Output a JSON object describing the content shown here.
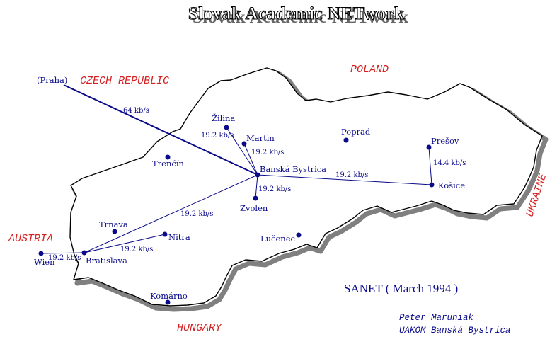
{
  "title": "Slovak Academic NETwork",
  "countries": {
    "czech": "CZECH REPUBLIC",
    "poland": "POLAND",
    "ukraine": "UKRAINE",
    "austria": "AUSTRIA",
    "hungary": "HUNGARY"
  },
  "cities": {
    "praha": "(Praha)",
    "zilina": "Žilina",
    "martin": "Martin",
    "poprad": "Poprad",
    "presov": "Prešov",
    "trencin": "Trenčín",
    "banska_bystrica": "Banská Bystrica",
    "kosice": "Košice",
    "zvolen": "Zvolen",
    "trnava": "Trnava",
    "nitra": "Nitra",
    "lucenec": "Lučenec",
    "wien": "Wien",
    "bratislava": "Bratislava",
    "komarno": "Komárno"
  },
  "links": {
    "praha_bb": "64 kb/s",
    "zilina_bb": "19.2 kb/s",
    "martin_bb": "19.2 kb/s",
    "bb_kosice": "19.2 kb/s",
    "presov_kosice": "14.4 kb/s",
    "bb_zvolen": "19.2 kb/s",
    "ba_bb": "19.2 kb/s",
    "ba_nitra": "19.2 kb/s",
    "wien_ba": "19.2 kb/s"
  },
  "caption": "SANET ( March 1994 )",
  "author": {
    "name": "Peter Maruniak",
    "org": "UAKOM Banská Bystrica"
  },
  "colors": {
    "network": "#0a0a8a",
    "country_labels": "#d42020",
    "border": "#000000",
    "shadow": "#555555"
  }
}
